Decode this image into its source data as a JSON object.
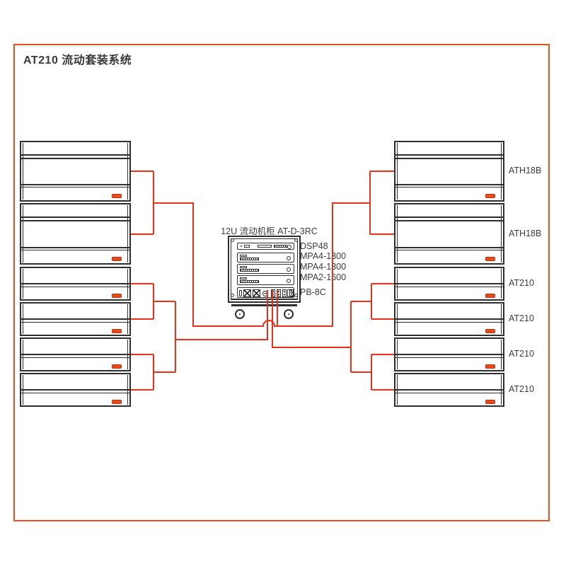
{
  "title": "AT210 流动套装系统",
  "rack": {
    "title": "12U 流动机柜 AT-D-3RC",
    "unit_labels": [
      "DSP48",
      "MPA4-1300",
      "MPA4-1300",
      "MPA2-1600",
      "PB-8C"
    ]
  },
  "speakers": {
    "right_top_labels": [
      "ATH18B",
      "ATH18B"
    ],
    "right_bottom_labels": [
      "AT210",
      "AT210",
      "AT210",
      "AT210"
    ]
  },
  "colors": {
    "wire_red": "#e93019",
    "page_border": "#e8511f",
    "badge_orange": "#ed4a17",
    "line_dark": "#2e2e2e",
    "text": "#3c3c3c"
  }
}
